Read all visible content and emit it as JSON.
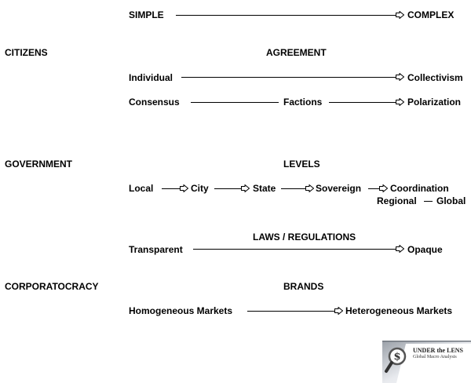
{
  "header": {
    "left": "SIMPLE",
    "right": "COMPLEX"
  },
  "sections": {
    "citizens": {
      "label": "CITIZENS",
      "heading": "AGREEMENT",
      "row1": {
        "start": "Individual",
        "end": "Collectivism"
      },
      "row2": {
        "start": "Consensus",
        "middle": "Factions",
        "end": "Polarization"
      }
    },
    "government": {
      "label": "GOVERNMENT",
      "heading": "LEVELS",
      "levels": [
        "Local",
        "City",
        "State",
        "Sovereign",
        "Coordination"
      ],
      "sub": {
        "left": "Regional",
        "right": "Global"
      },
      "laws_heading": "LAWS / REGULATIONS",
      "laws": {
        "start": "Transparent",
        "end": "Opaque"
      }
    },
    "corporatocracy": {
      "label": "CORPORATOCRACY",
      "heading": "BRANDS",
      "row": {
        "start": "Homogeneous Markets",
        "end": "Heterogeneous Markets"
      }
    }
  },
  "logo": {
    "title": "UNDER the LENS",
    "subtitle": "Global Macro Analysis",
    "icon": "magnifier-dollar-icon"
  },
  "colors": {
    "text": "#000000",
    "line": "#000000",
    "arrow_fill": "#ffffff"
  }
}
